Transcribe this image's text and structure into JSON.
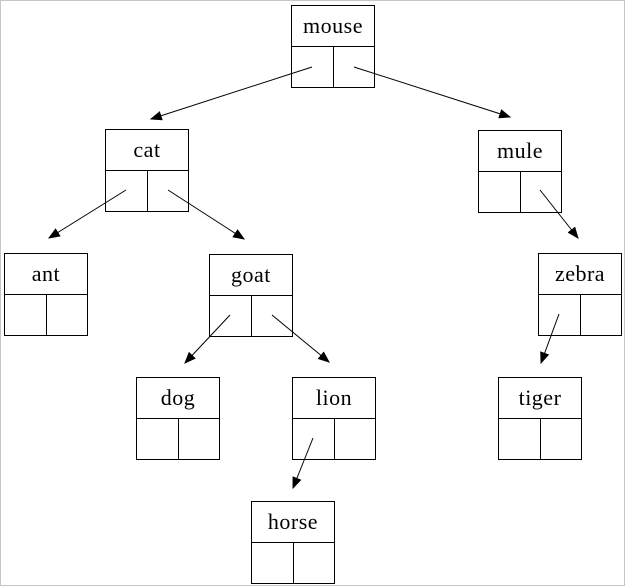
{
  "diagram": {
    "type": "binary-tree",
    "title": "",
    "nodes": [
      {
        "label": "mouse",
        "left_child": "cat",
        "right_child": "mule"
      },
      {
        "label": "cat",
        "left_child": "ant",
        "right_child": "goat"
      },
      {
        "label": "mule",
        "left_child": null,
        "right_child": "zebra"
      },
      {
        "label": "ant",
        "left_child": null,
        "right_child": null
      },
      {
        "label": "goat",
        "left_child": "dog",
        "right_child": "lion"
      },
      {
        "label": "zebra",
        "left_child": "tiger",
        "right_child": null
      },
      {
        "label": "dog",
        "left_child": null,
        "right_child": null
      },
      {
        "label": "lion",
        "left_child": "horse",
        "right_child": null
      },
      {
        "label": "tiger",
        "left_child": null,
        "right_child": null
      },
      {
        "label": "horse",
        "left_child": null,
        "right_child": null
      }
    ],
    "edges": [
      {
        "from": "mouse",
        "pointer": "left",
        "to": "cat"
      },
      {
        "from": "mouse",
        "pointer": "right",
        "to": "mule"
      },
      {
        "from": "cat",
        "pointer": "left",
        "to": "ant"
      },
      {
        "from": "cat",
        "pointer": "right",
        "to": "goat"
      },
      {
        "from": "mule",
        "pointer": "right",
        "to": "zebra"
      },
      {
        "from": "goat",
        "pointer": "left",
        "to": "dog"
      },
      {
        "from": "goat",
        "pointer": "right",
        "to": "lion"
      },
      {
        "from": "zebra",
        "pointer": "left",
        "to": "tiger"
      },
      {
        "from": "lion",
        "pointer": "left",
        "to": "horse"
      }
    ],
    "colors": {
      "line": "#000000",
      "box_border": "#000000",
      "text": "#000000",
      "background": "#ffffff",
      "page_border": "#c6c6c6"
    }
  }
}
